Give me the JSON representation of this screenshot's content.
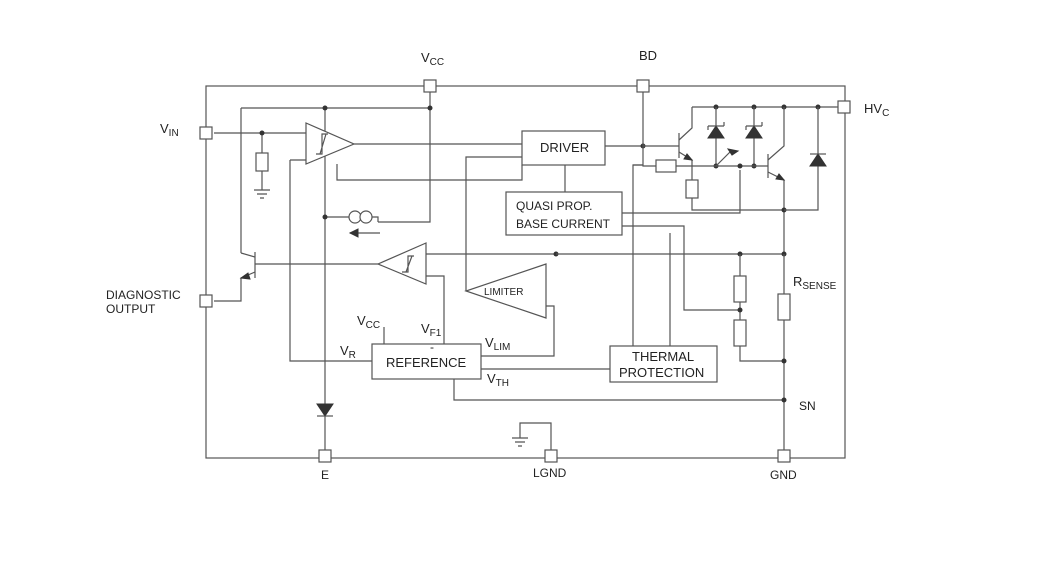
{
  "pins": {
    "vcc": {
      "main": "V",
      "sub": "CC"
    },
    "bd": "BD",
    "hvc": {
      "main": "HV",
      "sub": "C"
    },
    "vin": {
      "main": "V",
      "sub": "IN"
    },
    "diag_line1": "DIAGNOSTIC",
    "diag_line2": "OUTPUT",
    "e": "E",
    "lgnd": "LGND",
    "gnd": "GND",
    "sn": "SN"
  },
  "blocks": {
    "driver": "DRIVER",
    "quasi_line1": "QUASI PROP.",
    "quasi_line2": "BASE CURRENT",
    "limiter": "LIMITER",
    "reference": "REFERENCE",
    "thermal_line1": "THERMAL",
    "thermal_line2": "PROTECTION"
  },
  "signals": {
    "vcc_ref": {
      "main": "V",
      "sub": "CC"
    },
    "vf1": {
      "main": "V",
      "sub": "F1"
    },
    "vr": {
      "main": "V",
      "sub": "R"
    },
    "vlim": {
      "main": "V",
      "sub": "LIM"
    },
    "vth": {
      "main": "V",
      "sub": "TH"
    },
    "rsense": {
      "main": "R",
      "sub": "SENSE"
    },
    "minus_sign": "-"
  }
}
